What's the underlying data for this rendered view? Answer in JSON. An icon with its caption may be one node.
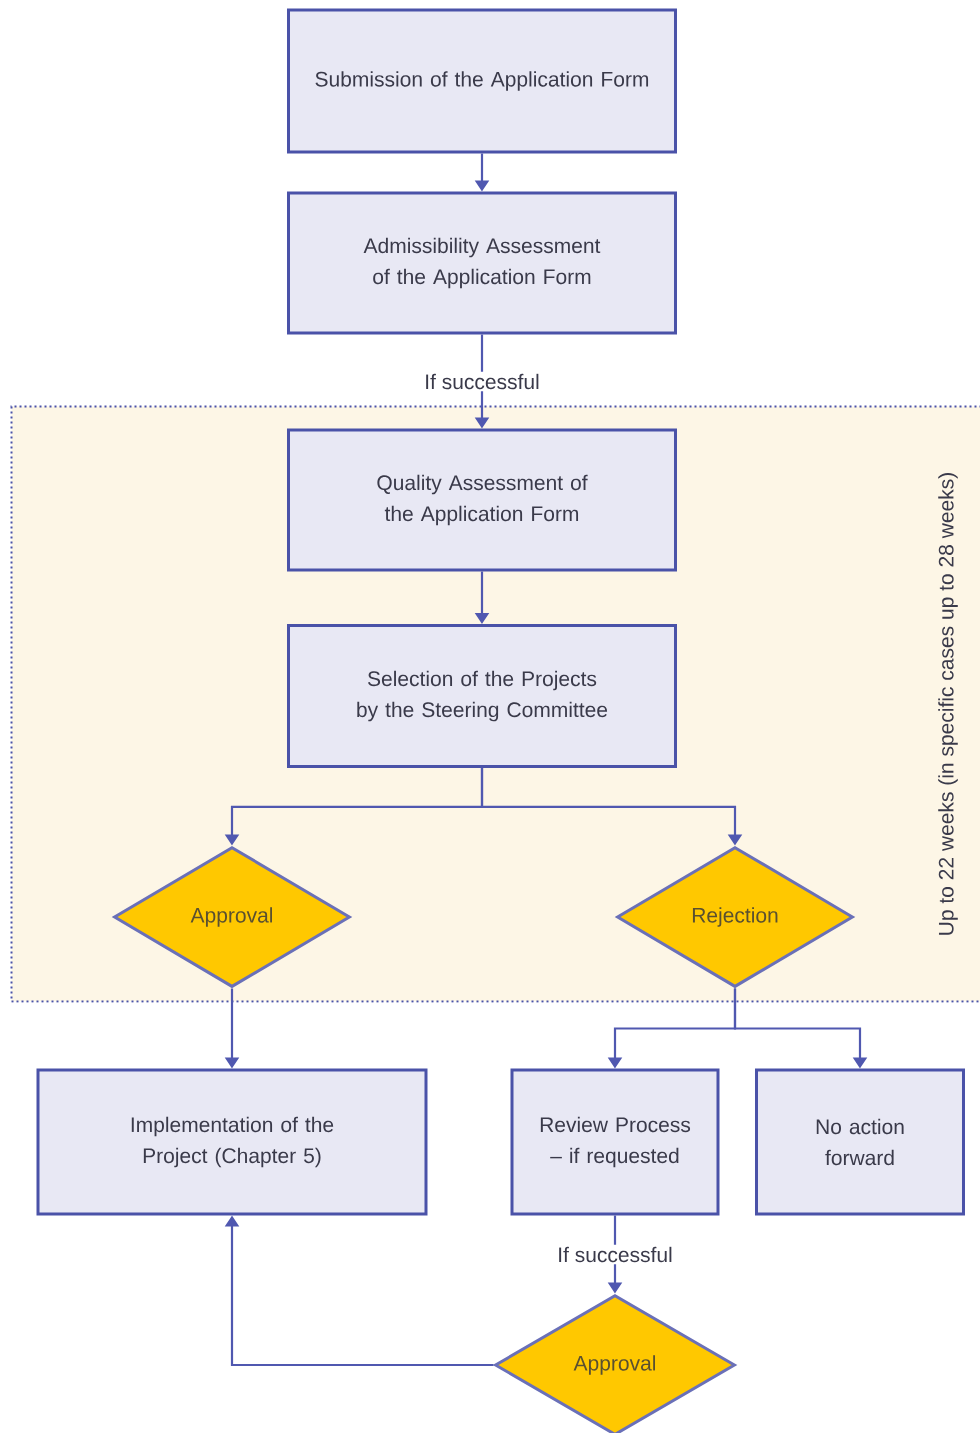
{
  "diagram": {
    "nodes": [
      {
        "text": [
          "Submission of the Application Form"
        ]
      },
      {
        "text": [
          "Admissibility Assessment of the Application Form"
        ]
      },
      {
        "text": [
          "Up to 22 weeks (in specific cases up to 28 weeks)"
        ]
      },
      {
        "text": [
          "Quality Assessment of the Application Form"
        ],
        "in": 2
      },
      {
        "text": [
          "Selection of the Projects by the Steering Committee"
        ],
        "in": 2
      },
      {
        "text": [
          "Approval"
        ],
        "in": 2
      },
      {
        "text": [
          "Rejection"
        ],
        "in": 2
      },
      {
        "text": [
          "Implementation of the Project (Chapter 5)"
        ]
      },
      {
        "text": [
          "Review Process – if requested"
        ]
      },
      {
        "text": [
          "No action forward"
        ]
      },
      {
        "text": [
          "Approval"
        ]
      }
    ],
    "edges": [
      {
        "from": 0,
        "to": 1,
        "arrow": "to"
      },
      {
        "from": 1,
        "to": 3,
        "arrow": "to",
        "label": "If successful"
      },
      {
        "from": 3,
        "to": 4,
        "arrow": "to"
      },
      {
        "from": 4,
        "to": 5,
        "arrow": "to"
      },
      {
        "from": 4,
        "to": 6,
        "arrow": "to"
      },
      {
        "from": 5,
        "to": 7,
        "arrow": "to"
      },
      {
        "from": 6,
        "to": 8,
        "arrow": "to"
      },
      {
        "from": 6,
        "to": 9,
        "arrow": "to"
      },
      {
        "from": 8,
        "to": 10,
        "arrow": "to",
        "label": "If successful"
      },
      {
        "from": 10,
        "to": 7,
        "arrow": "to"
      }
    ]
  }
}
